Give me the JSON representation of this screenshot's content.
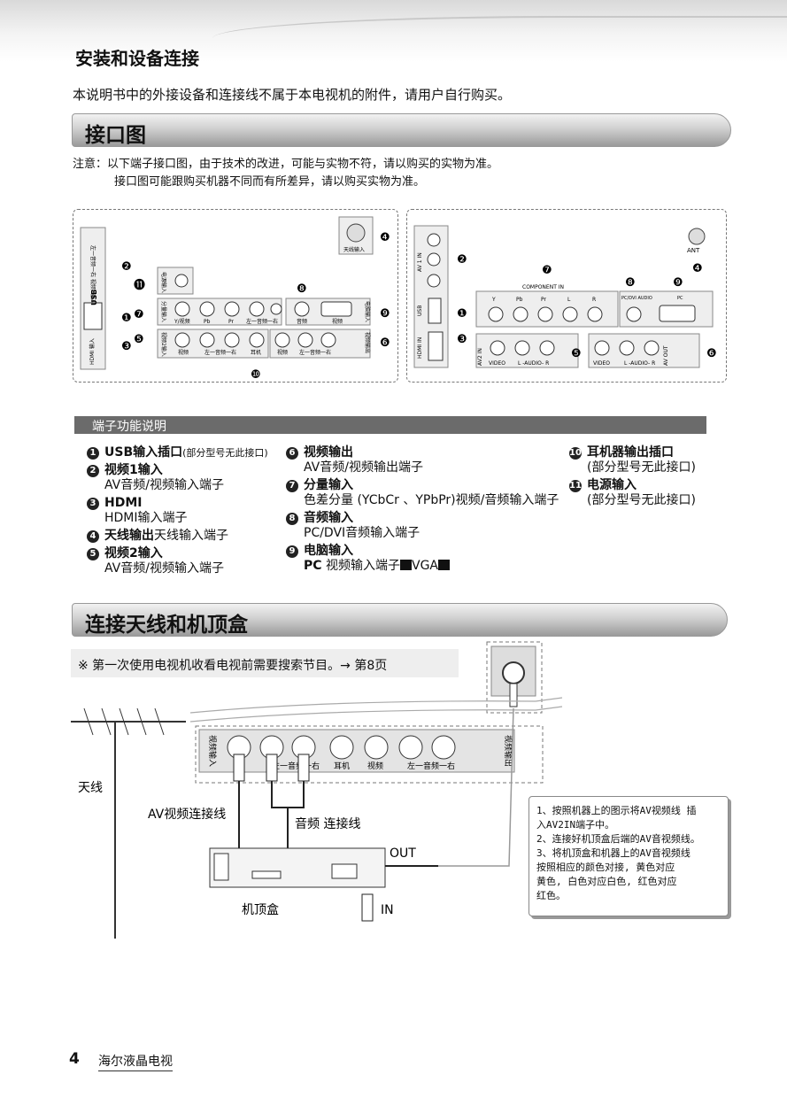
{
  "section_title": "安装和设备连接",
  "intro": "本说明书中的外接设备和连接线不属于本电视机的附件，请用户自行购买。",
  "heading1": "接口图",
  "note_line1": "注意：以下端子接口图，由于技术的改进，可能与实物不符，请以购买的实物为准。",
  "note_line2": "接口图可能跟购买机器不同而有所差异，请以购买实物为准。",
  "left_panel": {
    "tuner": "天线输入",
    "pc_side": "电脑输入",
    "power_side": "电源输入",
    "comp_side": "分量输入",
    "av_side": "视频2输入",
    "av_out_side": "视频输出",
    "usb": "USB",
    "hdmi_side": "HDMI 输入",
    "av1_side": "左一音频一右 视频1输入 视频",
    "comp_labels": [
      "Y/视频",
      "Pb",
      "Pr",
      "左一音频一右"
    ],
    "pc_labels": [
      "音频",
      "视频"
    ],
    "bottom_labels": [
      "视频",
      "左一音频一右",
      "耳机",
      "视频",
      "左一音频一右"
    ]
  },
  "right_panel": {
    "ant": "ANT",
    "av1": "AV 1 IN",
    "usb": "USB",
    "hdmi": "HDMI IN",
    "component": "COMPONENT IN",
    "pcaudio": "PC/DVI AUDIO",
    "pc": "PC",
    "av2": "AV2 IN",
    "avout": "AV OUT",
    "video1": "VIDEO",
    "audio1": "L -AUDIO- R",
    "video2": "VIDEO",
    "audio2": "L -AUDIO- R",
    "comp_letters": [
      "Y",
      "Pb",
      "Pr",
      "L",
      "R"
    ]
  },
  "callouts": [
    "❶",
    "❷",
    "❸",
    "❹",
    "❺",
    "❻",
    "❼",
    "❽",
    "❾",
    "❿",
    "⓫"
  ],
  "subheading": "端子功能说明",
  "functions": {
    "col1": [
      {
        "n": "1",
        "t": "USB输入插口",
        "s": "(部分型号无此接口)",
        "d": ""
      },
      {
        "n": "2",
        "t": "视频1输入",
        "s": "",
        "d": "AV音频/视频输入端子"
      },
      {
        "n": "3",
        "t": "HDMI",
        "s": "",
        "d": "HDMI输入端子"
      },
      {
        "n": "4",
        "t": "天线输出",
        "s": "天线输入端子",
        "d": ""
      },
      {
        "n": "5",
        "t": "视频2输入",
        "s": "",
        "d": "AV音频/视频输入端子"
      }
    ],
    "col2": [
      {
        "n": "6",
        "t": "视频输出",
        "d": "AV音频/视频输出端子"
      },
      {
        "n": "7",
        "t": "分量输入",
        "d": "色差分量 (YCbCr 、YPbPr)视频/音频输入端子"
      },
      {
        "n": "8",
        "t": "音频输入",
        "d": "PC/DVI音频输入端子"
      },
      {
        "n": "9",
        "t": "电脑输入",
        "d": "视频输入端子",
        "pc": "PC",
        "vga": "VGA"
      }
    ],
    "col3": [
      {
        "n": "10",
        "t": "耳机器输出插口",
        "d": "(部分型号无此接口)"
      },
      {
        "n": "11",
        "t": "电源输入",
        "d": "(部分型号无此接口)"
      }
    ]
  },
  "heading2": "连接天线和机顶盒",
  "tip": "※ 第一次使用电视机收看电视前需要搜索节目。→ 第8页",
  "diagram": {
    "antenna": "天线",
    "av_cable": "AV视频连接线",
    "audio_cable": "音频 连接线",
    "out": "OUT",
    "in": "IN",
    "stb": "机顶盒",
    "panel_left": "视频输入",
    "panel_right": "视频输出",
    "panel_labels": [
      "左一音频一右",
      "耳机",
      "视频",
      "左一音频一右"
    ]
  },
  "steps": [
    "1、按照机器上的图示将AV视频线 插",
    "   入AV2IN端子中。",
    "2、连接好机顶盒后端的AV音视频线。",
    "3、将机顶盒和机器上的AV音视频线",
    "   按照相应的颜色对接, 黄色对应",
    "   黄色, 白色对应白色, 红色对应",
    "   红色。"
  ],
  "footer": {
    "page": "4",
    "brand": "海尔液晶电视"
  }
}
